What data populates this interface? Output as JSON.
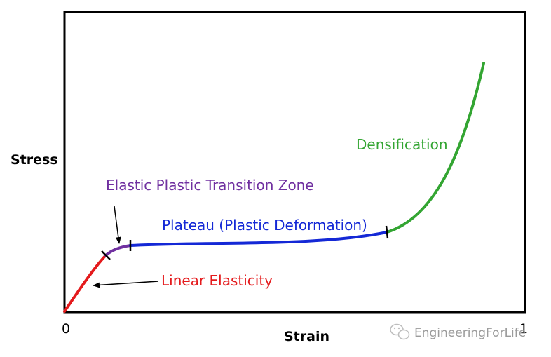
{
  "chart_data": {
    "type": "line",
    "xlabel": "Strain",
    "ylabel": "Stress",
    "x_ticks": [
      {
        "value": 0,
        "label": "0"
      },
      {
        "value": 1,
        "label": "1"
      }
    ],
    "grid": false,
    "segments": [
      {
        "name": "Linear Elasticity",
        "color": "#e41a1c"
      },
      {
        "name": "Elastic Plastic Transition Zone",
        "color": "#7030a0"
      },
      {
        "name": "Plateau (Plastic Deformation)",
        "color": "#1428d6"
      },
      {
        "name": "Densification",
        "color": "#33a532"
      }
    ]
  },
  "annotations": {
    "linear": "Linear Elasticity",
    "transition": "Elastic Plastic Transition Zone",
    "plateau": "Plateau (Plastic Deformation)",
    "densification": "Densification"
  },
  "watermark": {
    "text": "EngineeringForLife",
    "icon": "wechat-icon"
  }
}
